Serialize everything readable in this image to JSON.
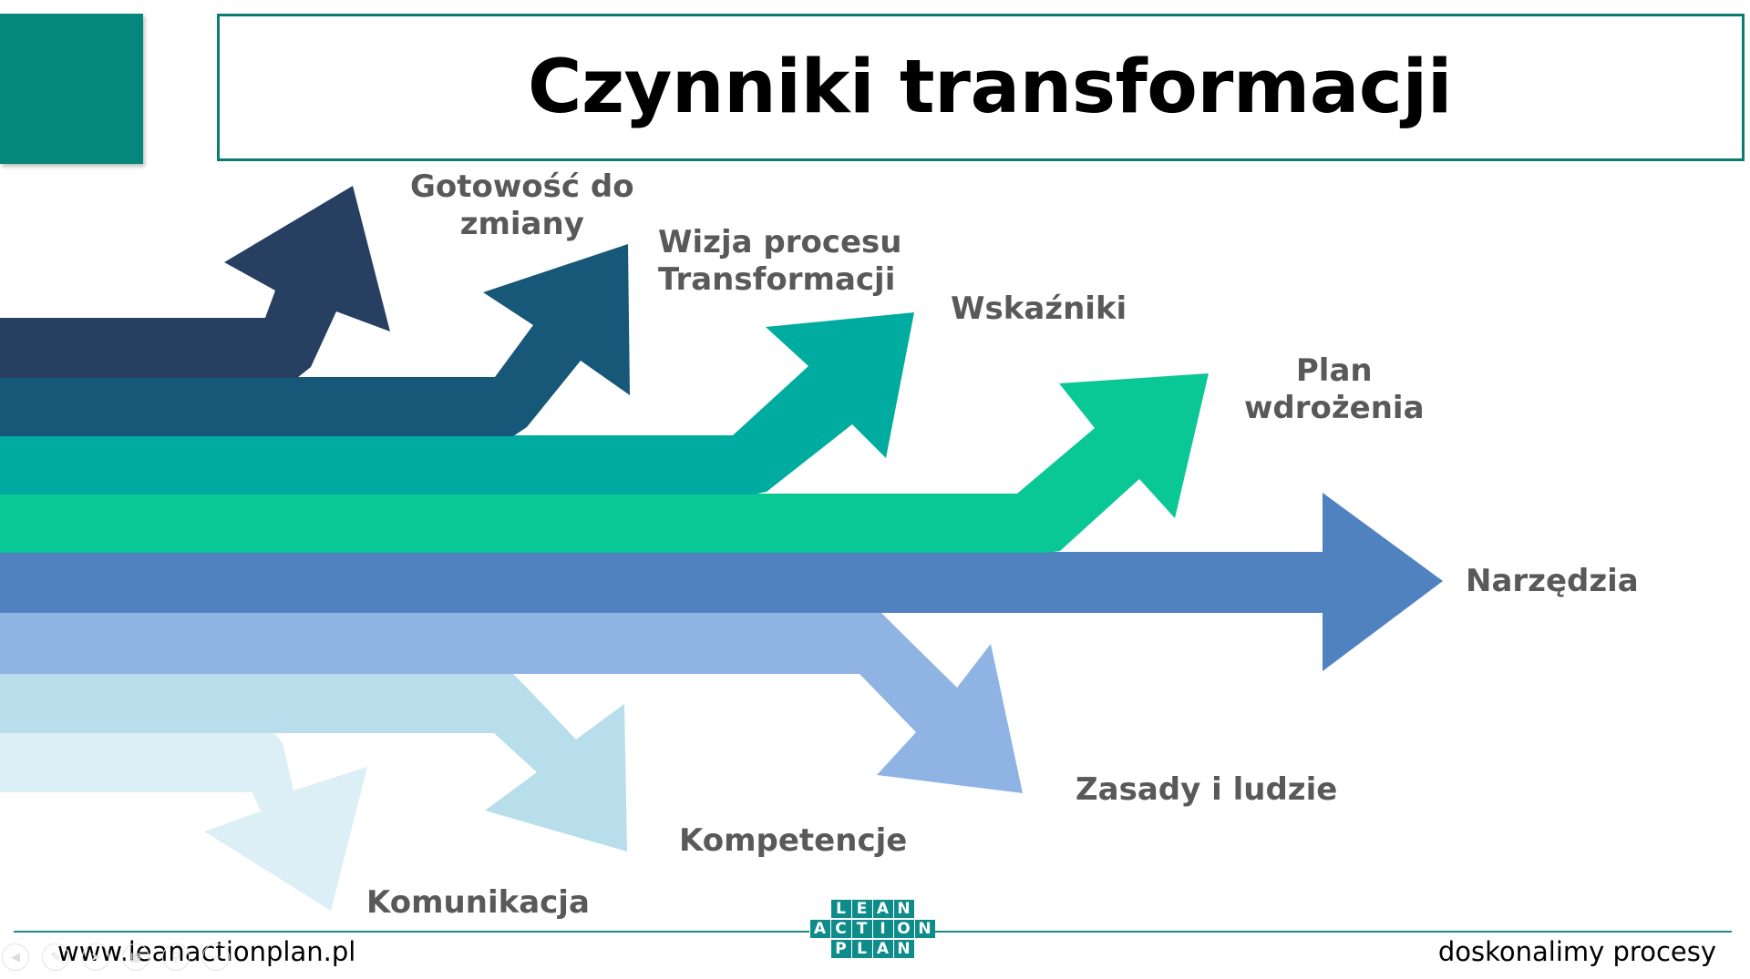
{
  "title": "Czynniki transformacji",
  "factors": [
    {
      "label": "Gotowość do zmiany",
      "lines": [
        "Gotowość do",
        "zmiany"
      ],
      "color": "#273F60"
    },
    {
      "label": "Wizja procesu Transformacji",
      "lines": [
        "Wizja procesu",
        "Transformacji"
      ],
      "color": "#175778"
    },
    {
      "label": "Wskaźniki",
      "lines": [
        "Wskaźniki"
      ],
      "color": "#00AC9F"
    },
    {
      "label": "Plan wdrożenia",
      "lines": [
        "Plan",
        "wdrożenia"
      ],
      "color": "#0AC796"
    },
    {
      "label": "Narzędzia",
      "lines": [
        "Narzędzia"
      ],
      "color": "#4F82BE"
    },
    {
      "label": "Zasady i ludzie",
      "lines": [
        "Zasady i ludzie"
      ],
      "color": "#8FB4E3"
    },
    {
      "label": "Kompetencje",
      "lines": [
        "Kompetencje"
      ],
      "color": "#B7DEEA"
    },
    {
      "label": "Komunikacja",
      "lines": [
        "Komunikacja"
      ],
      "color": "#DCEEF6"
    }
  ],
  "footer": {
    "website": "www.leanactionplan.pl",
    "slogan": "doskonalimy procesy"
  },
  "logo": {
    "rows": [
      [
        "L",
        "E",
        "A",
        "N"
      ],
      [
        "A",
        "C",
        "T",
        "I",
        "O",
        "N"
      ],
      [
        "P",
        "L",
        "A",
        "N"
      ]
    ]
  },
  "colors": {
    "accent": "#05877B",
    "title_border": "#0A7D71",
    "label_text": "#595959",
    "footer_line": "#1B8A86"
  }
}
